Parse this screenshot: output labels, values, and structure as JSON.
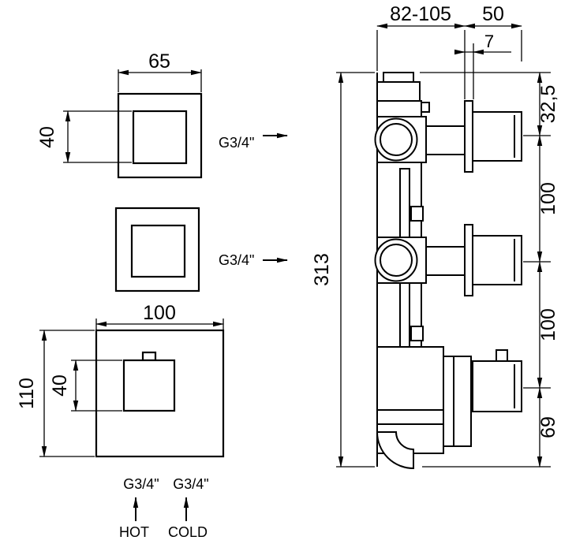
{
  "page": {
    "background": "#ffffff",
    "line_color": "#000000"
  },
  "front_views": {
    "top_plate": {
      "width": "65",
      "inner_size": "40",
      "port": "G3/4\""
    },
    "middle_plate": {
      "port": "G3/4\""
    },
    "bottom_plate": {
      "width": "100",
      "height": "110",
      "inner_size": "40",
      "hot_port": "G3/4\"",
      "cold_port": "G3/4\"",
      "hot": "HOT",
      "cold": "COLD"
    }
  },
  "side_view": {
    "depth_range": "82-105",
    "handle_length": "50",
    "plate_offset": "7",
    "total_height": "313",
    "top_offset": "32,5",
    "upper_spacing": "100",
    "lower_spacing": "100",
    "bottom_offset": "69"
  }
}
